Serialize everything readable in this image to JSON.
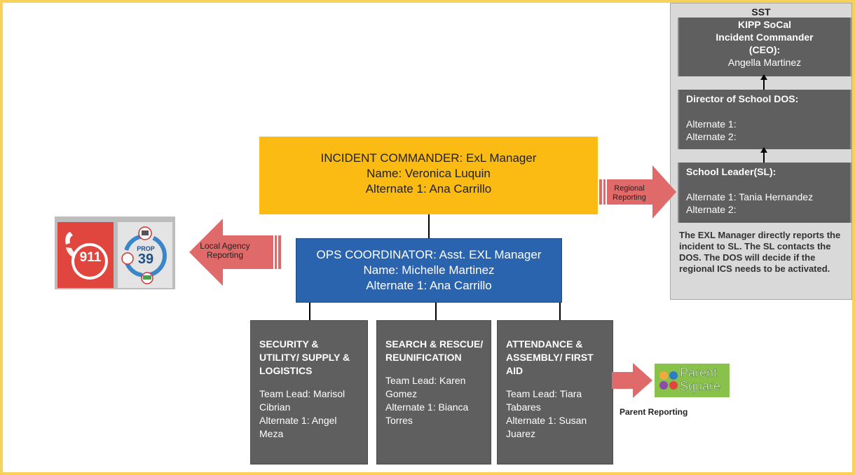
{
  "sst": {
    "title": "SST",
    "ceo_line1": "KIPP SoCal",
    "ceo_line2": "Incident Commander",
    "ceo_line3": "(CEO):",
    "ceo_name": "Angella Martinez",
    "dos_title": "Director of School DOS:",
    "dos_alt1": "Alternate 1:",
    "dos_alt2": "Alternate 2:",
    "sl_title": "School Leader(SL):",
    "sl_alt1": "Alternate 1: Tania Hernandez",
    "sl_alt2": "Alternate 2:",
    "note": "The EXL Manager directly reports the incident to SL. The SL contacts the DOS. The DOS will decide if the regional ICS needs to be activated."
  },
  "incident_commander": {
    "line1": "INCIDENT COMMANDER: ExL Manager",
    "line2": "Name: Veronica Luquin",
    "line3": "Alternate 1: Ana Carrillo"
  },
  "ops": {
    "line1": "OPS COORDINATOR: Asst. EXL Manager",
    "line2": "Name: Michelle Martinez",
    "line3": "Alternate 1: Ana Carrillo"
  },
  "teams": [
    {
      "title": "SECURITY & UTILITY/ SUPPLY & LOGISTICS",
      "lead": "Team Lead: Marisol Cibrian",
      "alt": "Alternate 1: Angel Meza"
    },
    {
      "title": "SEARCH & RESCUE/ REUNIFICATION",
      "lead": "Team Lead: Karen Gomez",
      "alt": "Alternate 1: Bianca Torres"
    },
    {
      "title": "ATTENDANCE & ASSEMBLY/ FIRST AID",
      "lead": "Team Lead: Tiara Tabares",
      "alt": "Alternate 1: Susan Juarez"
    }
  ],
  "arrows": {
    "regional": "Regional Reporting",
    "local": "Local Agency Reporting",
    "parent": "Parent Reporting"
  },
  "logos": {
    "phone_number": "911",
    "prop_label": "PROP",
    "prop_number": "39",
    "parentsquare_line1": "Parent",
    "parentsquare_line2": "Square"
  },
  "colors": {
    "incident_commander": "#fbbb12",
    "ops": "#2a63ae",
    "team": "#5f5f5f",
    "arrow": "#e06a6a",
    "frame": "#f8d15b"
  }
}
